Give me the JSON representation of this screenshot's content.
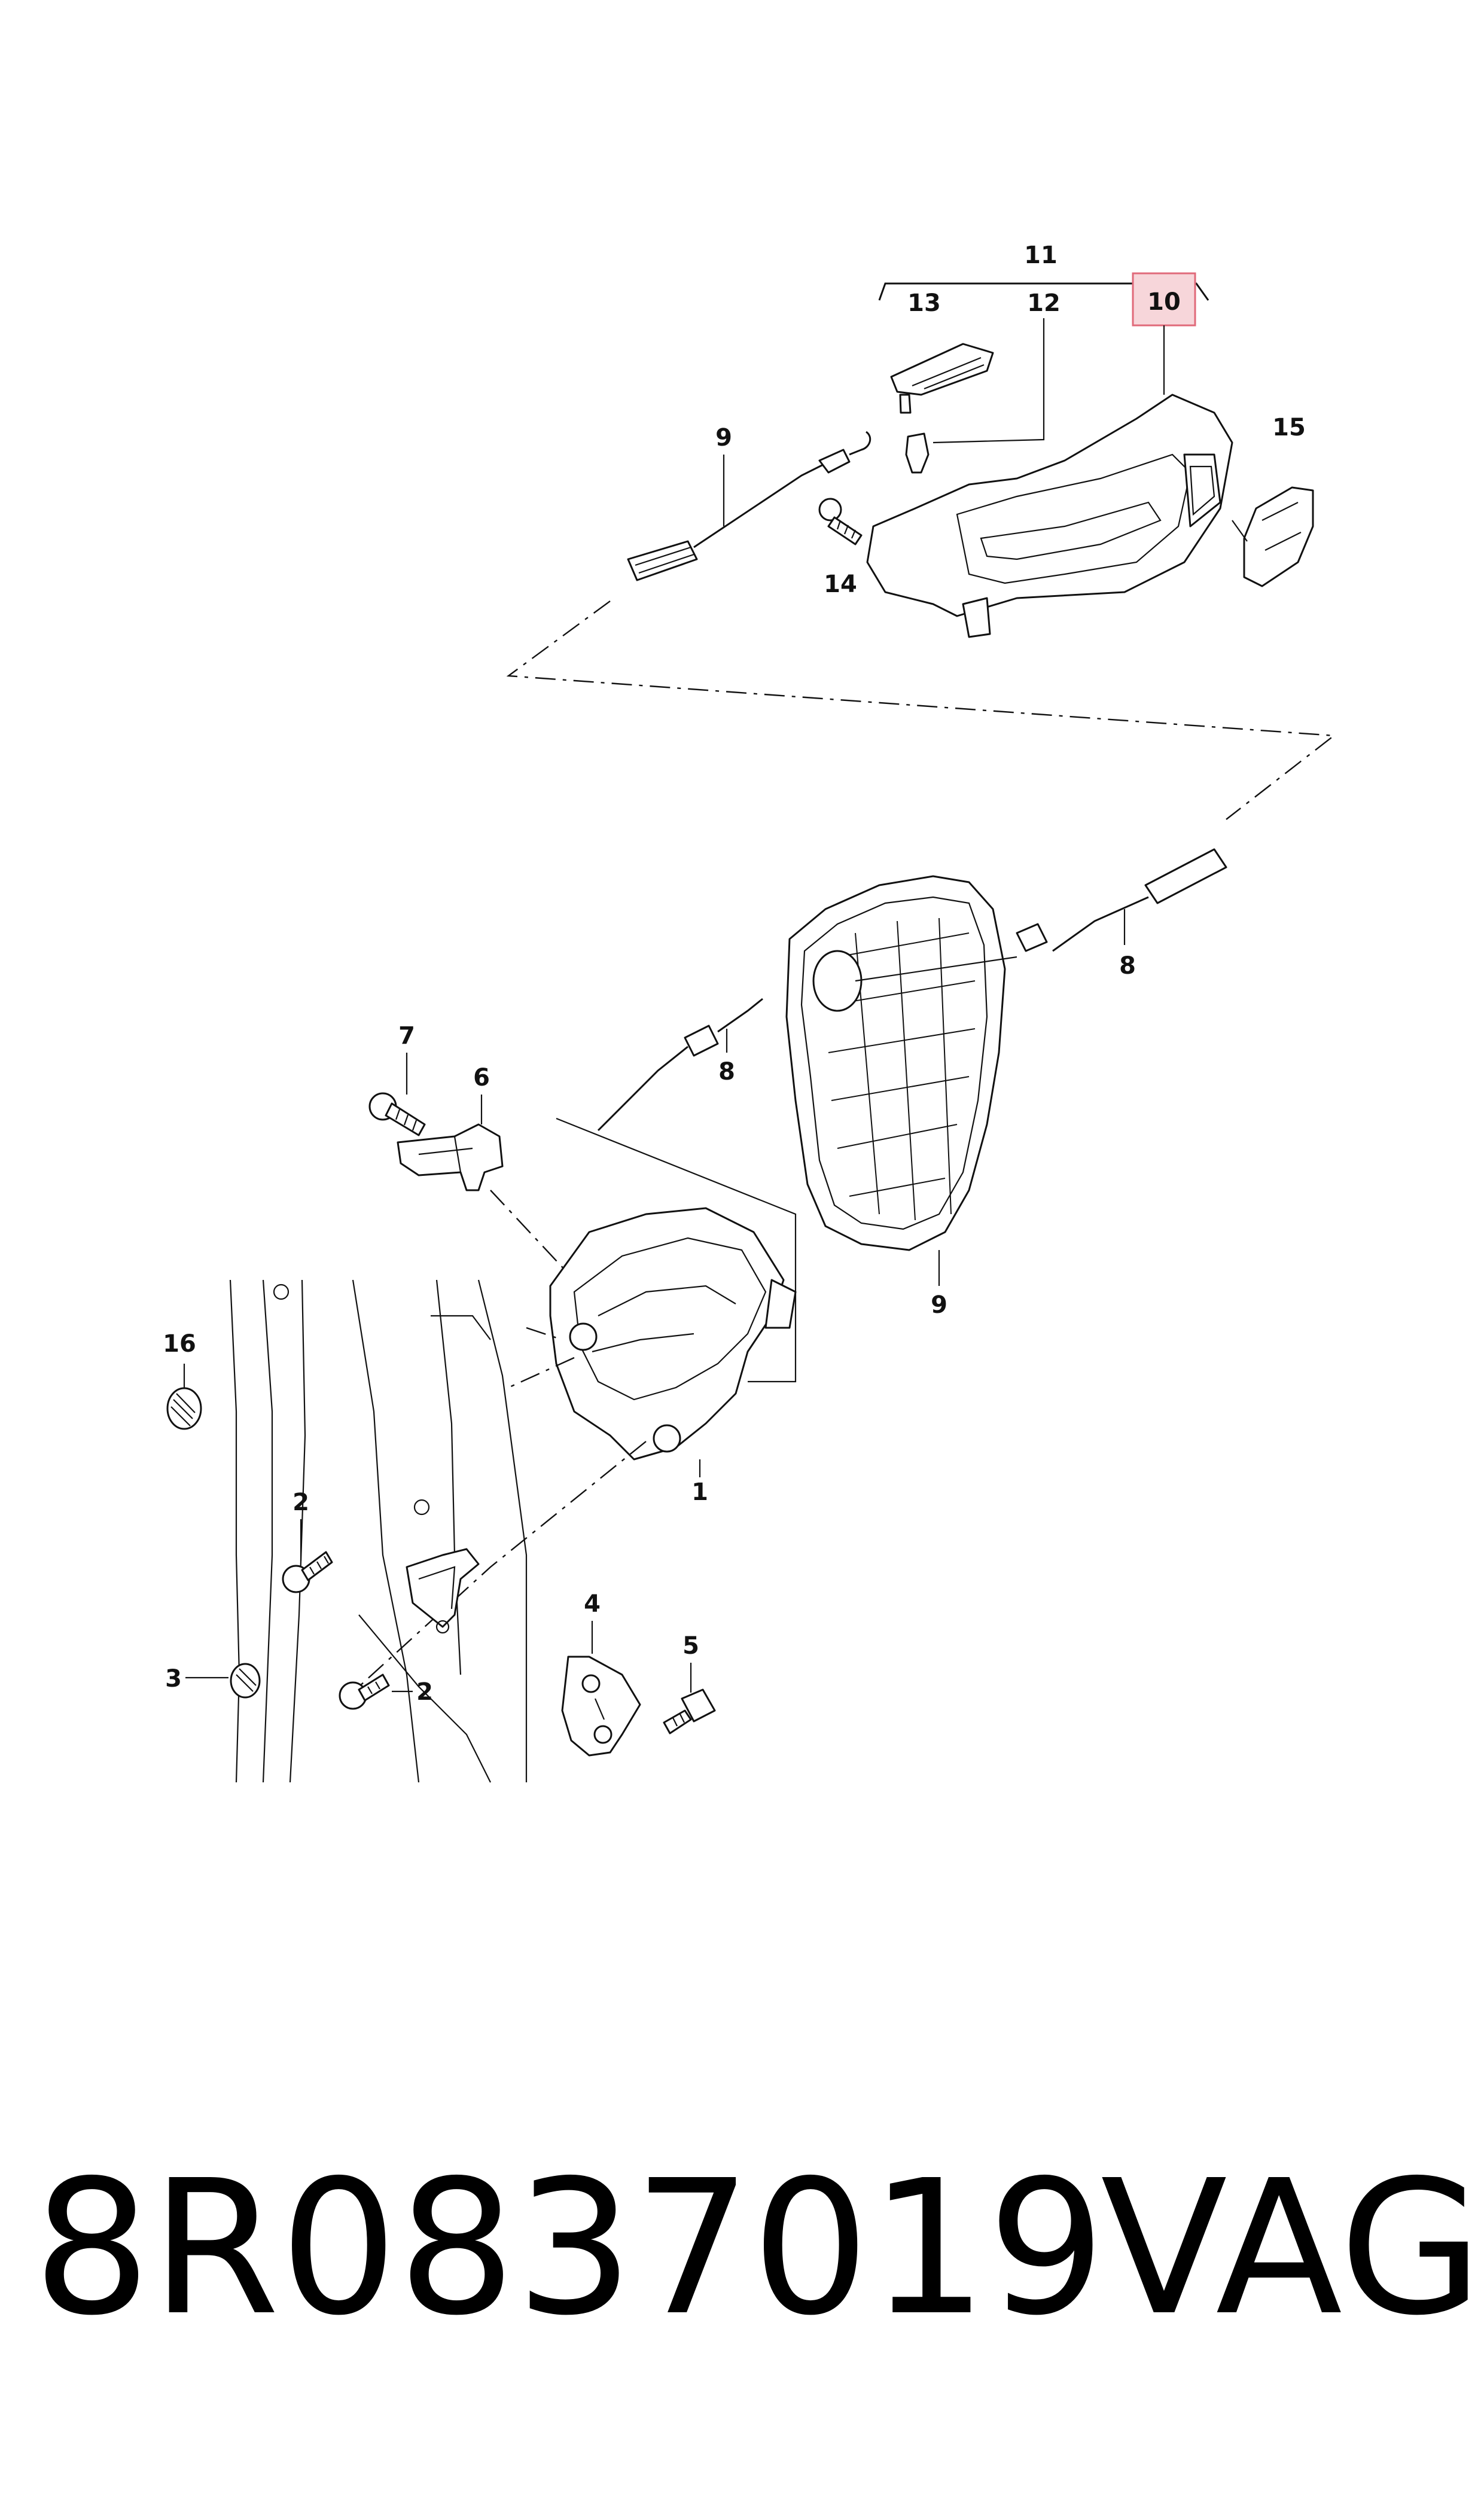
{
  "diagram": {
    "callouts": {
      "c1": "1",
      "c2a": "2",
      "c2b": "2",
      "c3": "3",
      "c4": "4",
      "c5": "5",
      "c6": "6",
      "c7": "7",
      "c8a": "8",
      "c8b": "8",
      "c9a": "9",
      "c9b": "9",
      "c10": "10",
      "c11": "11",
      "c12": "12",
      "c13": "13",
      "c14": "14",
      "c15": "15",
      "c16": "16"
    },
    "highlight_color": "#f7d6da",
    "highlight_border": "#e06a7a"
  },
  "footer": {
    "part_number": "8R0837019",
    "brand": "VAG"
  }
}
